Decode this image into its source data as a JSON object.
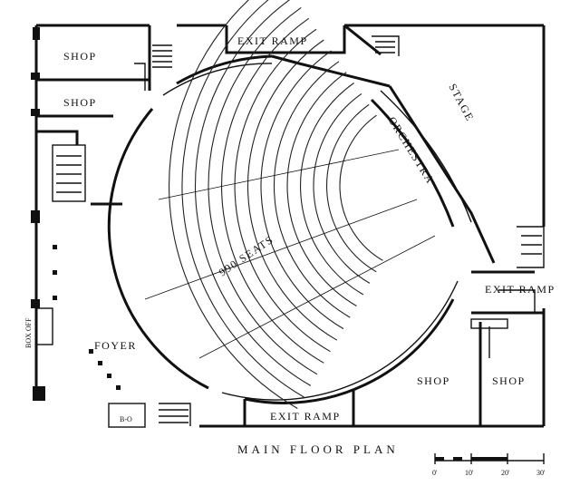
{
  "labels": {
    "shop_top_1": "SHOP",
    "shop_top_2": "SHOP",
    "exit_ramp_top": "EXIT RAMP",
    "stage": "STAGE",
    "orchestra": "ORCHESTRA",
    "seats": "990 SEATS",
    "exit_ramp_right": "EXIT RAMP",
    "foyer": "FOYER",
    "box_office_left": "BOX OFF",
    "box_office_bottom": "B-O",
    "exit_ramp_bottom": "EXIT RAMP",
    "shop_bottom_1": "SHOP",
    "shop_bottom_2": "SHOP",
    "title": "MAIN FLOOR PLAN"
  },
  "scale": {
    "ticks": [
      "0'",
      "10'",
      "20'",
      "30'"
    ]
  }
}
